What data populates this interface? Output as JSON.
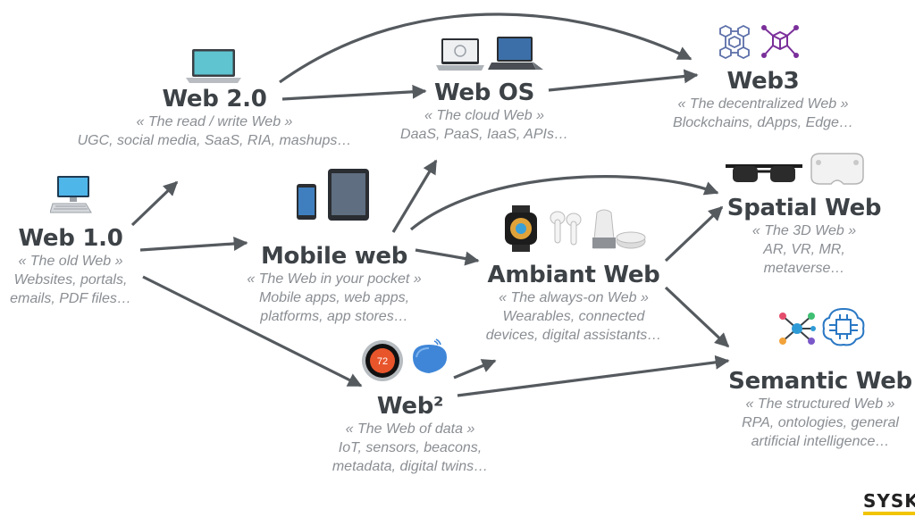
{
  "nodes": {
    "web10": {
      "title": "Web 1.0",
      "subtitle": "« The old Web »",
      "lines": [
        "Websites, portals,",
        "emails, PDF files…"
      ]
    },
    "web20": {
      "title": "Web 2.0",
      "subtitle": "« The read / write Web »",
      "lines": [
        "UGC, social media, SaaS, RIA, mashups…"
      ]
    },
    "webos": {
      "title": "Web OS",
      "subtitle": "« The cloud Web »",
      "lines": [
        "DaaS, PaaS, IaaS, APIs…"
      ]
    },
    "web3": {
      "title": "Web3",
      "subtitle": "« The decentralized Web »",
      "lines": [
        "Blockchains, dApps, Edge…"
      ]
    },
    "mobile": {
      "title": "Mobile web",
      "subtitle": "« The Web in your pocket »",
      "lines": [
        "Mobile apps, web apps,",
        "platforms, app stores…"
      ]
    },
    "ambiant": {
      "title": "Ambiant Web",
      "subtitle": "« The always-on Web »",
      "lines": [
        "Wearables, connected",
        "devices, digital assistants…"
      ]
    },
    "spatial": {
      "title": "Spatial Web",
      "subtitle": "« The 3D Web »",
      "lines": [
        "AR, VR, MR,",
        "metaverse…"
      ]
    },
    "web2sq": {
      "title": "Web²",
      "subtitle": "« The Web of data »",
      "lines": [
        "IoT, sensors, beacons,",
        "metadata, digital twins…"
      ]
    },
    "semantic": {
      "title": "Semantic Web",
      "subtitle": "« The structured Web »",
      "lines": [
        "RPA, ontologies, general",
        "artificial intelligence…"
      ]
    }
  },
  "thermostat_reading": "72",
  "brand": "SYSK",
  "colors": {
    "title": "#3d4247",
    "text": "#8a8e93",
    "arrow": "#555a5f",
    "brand_accent": "#f2c400"
  }
}
